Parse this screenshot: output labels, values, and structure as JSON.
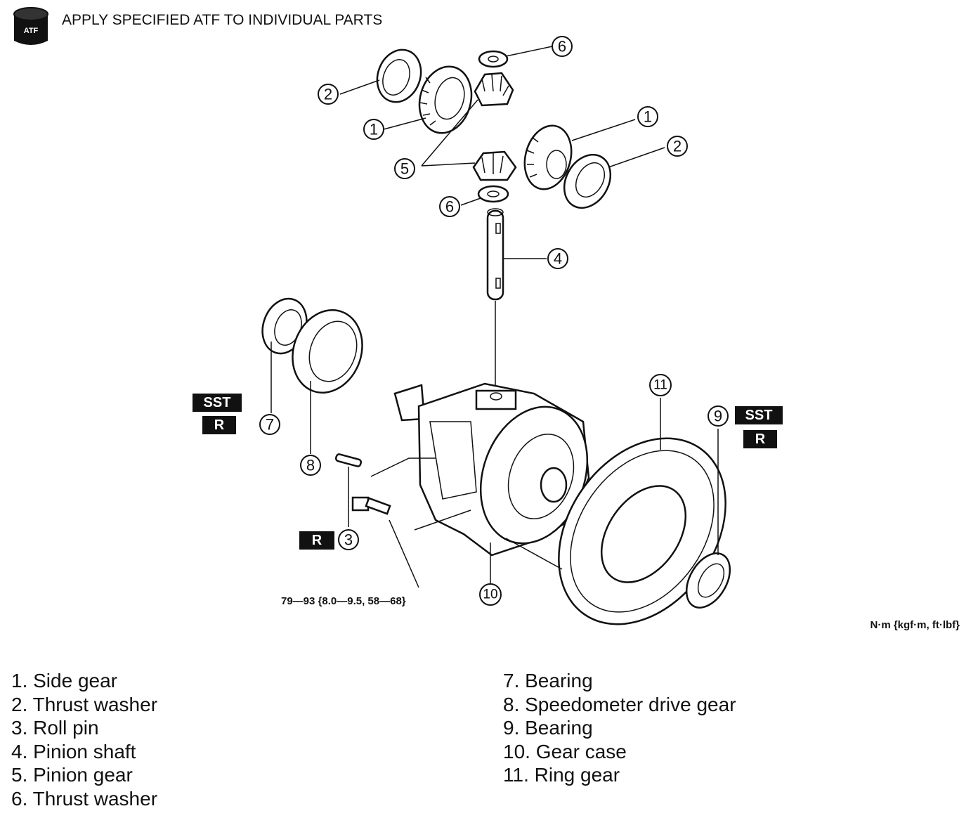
{
  "header": {
    "atf_icon_label": "ATF",
    "instruction": "APPLY SPECIFIED ATF TO INDIVIDUAL PARTS"
  },
  "callouts": {
    "c1a": "1",
    "c1b": "1",
    "c2a": "2",
    "c2b": "2",
    "c3": "3",
    "c4": "4",
    "c5": "5",
    "c6a": "6",
    "c6b": "6",
    "c7": "7",
    "c8": "8",
    "c9": "9",
    "c10": "10",
    "c11": "11"
  },
  "tags": {
    "sst": "SST",
    "replace": "R"
  },
  "torque_spec": "79—93 {8.0—9.5, 58—68}",
  "unit_note": "N·m {kgf·m, ft·lbf}",
  "legend": {
    "left": [
      "1. Side gear",
      "2. Thrust washer",
      "3. Roll pin",
      "4. Pinion shaft",
      "5. Pinion gear",
      "6. Thrust washer"
    ],
    "right": [
      "7. Bearing",
      "8. Speedometer drive gear",
      "9. Bearing",
      "10. Gear case",
      "11. Ring gear"
    ]
  }
}
